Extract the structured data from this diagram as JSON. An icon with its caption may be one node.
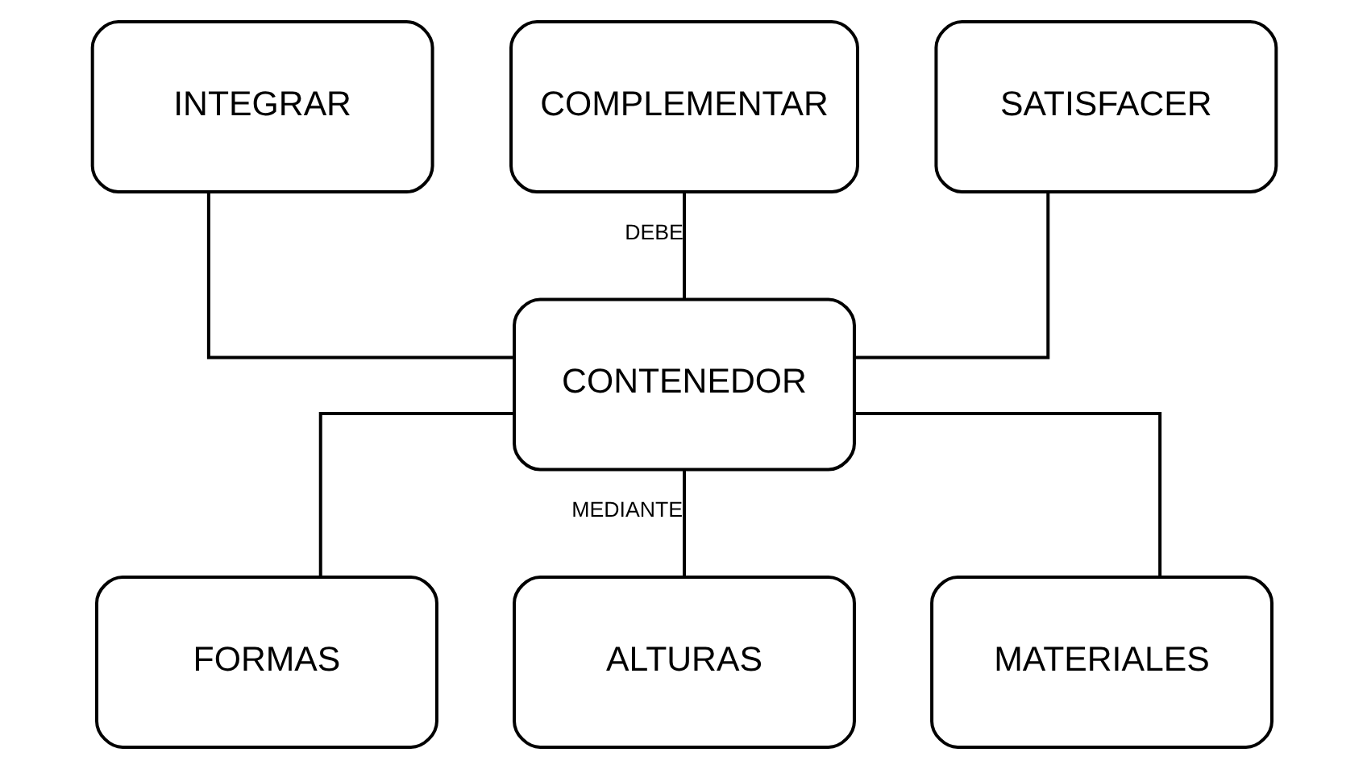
{
  "diagram": {
    "nodes": [
      {
        "text": [
          "INTEGRAR"
        ]
      },
      {
        "text": [
          "COMPLEMENTAR"
        ]
      },
      {
        "text": [
          "SATISFACER"
        ]
      },
      {
        "text": [
          "CONTENEDOR"
        ]
      },
      {
        "text": [
          "FORMAS"
        ]
      },
      {
        "text": [
          "ALTURAS"
        ]
      },
      {
        "text": [
          "MATERIALES"
        ]
      }
    ],
    "edges": [
      {
        "from": 0,
        "to": 3,
        "arrow": "none"
      },
      {
        "from": 1,
        "to": 3,
        "arrow": "none",
        "label": "DEBE"
      },
      {
        "from": 2,
        "to": 3,
        "arrow": "none"
      },
      {
        "from": 3,
        "to": 4,
        "arrow": "none"
      },
      {
        "from": 3,
        "to": 5,
        "arrow": "none",
        "label": "MEDIANTE"
      },
      {
        "from": 3,
        "to": 6,
        "arrow": "none"
      }
    ]
  }
}
